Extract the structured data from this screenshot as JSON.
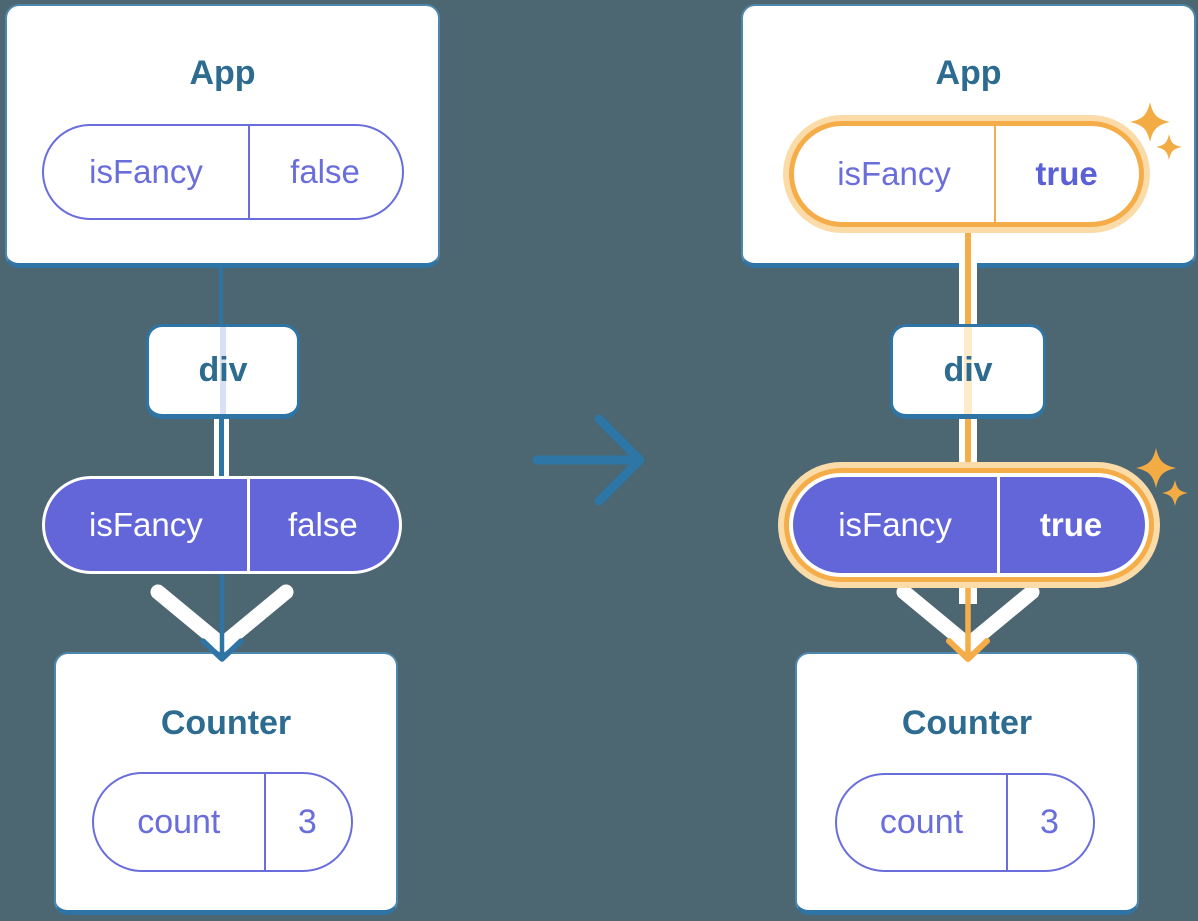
{
  "colors": {
    "background": "#4c6672",
    "accent_blue": "#2e74a4",
    "title_text": "#2d6b90",
    "purple": "#6a6edb",
    "purple_fill": "#6266d9",
    "orange": "#f5ad49",
    "orange_halo": "#fbdca8",
    "lavender_pass_line": "#d9e0f4",
    "pale_orange_pass_line": "#fdeccc",
    "sparkle_orange": "#f3ab44",
    "white": "#ffffff"
  },
  "before": {
    "app": {
      "title": "App",
      "prop": {
        "name": "isFancy",
        "value": "false"
      }
    },
    "div": {
      "label": "div"
    },
    "passed_prop": {
      "name": "isFancy",
      "value": "false"
    },
    "counter": {
      "title": "Counter",
      "state": {
        "name": "count",
        "value": "3"
      }
    }
  },
  "after": {
    "app": {
      "title": "App",
      "prop": {
        "name": "isFancy",
        "value": "true"
      }
    },
    "div": {
      "label": "div"
    },
    "passed_prop": {
      "name": "isFancy",
      "value": "true"
    },
    "counter": {
      "title": "Counter",
      "state": {
        "name": "count",
        "value": "3"
      }
    }
  },
  "icons": {
    "transition_arrow": "right-arrow",
    "highlight": "sparkles"
  }
}
